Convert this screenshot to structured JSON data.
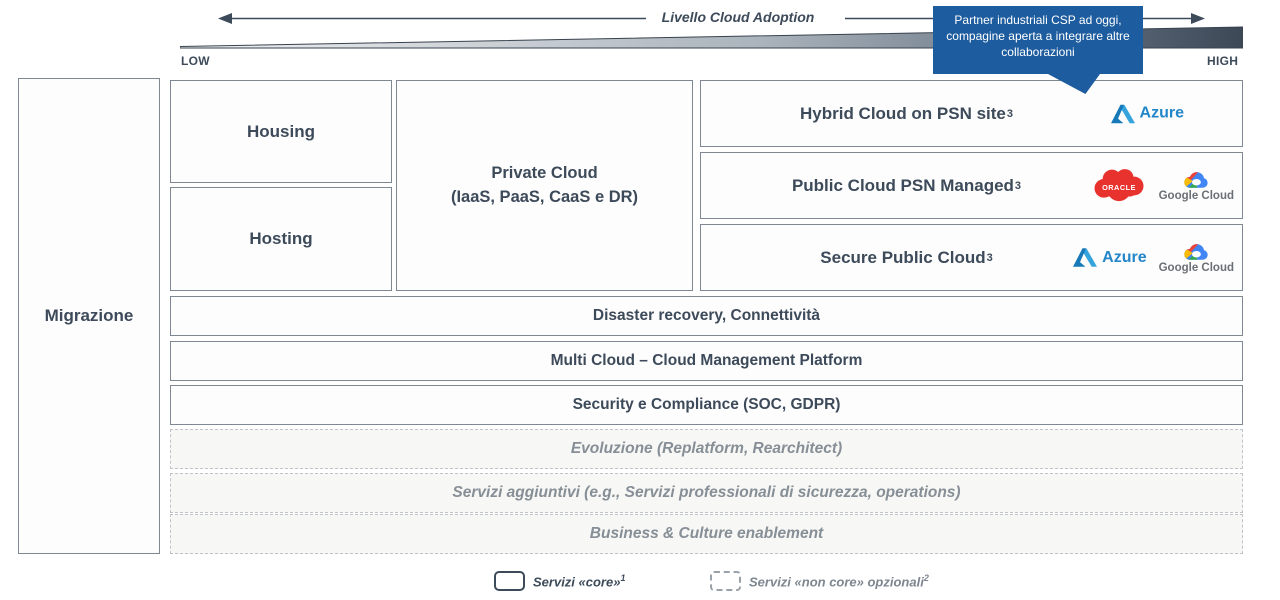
{
  "header": {
    "title": "Livello Cloud Adoption",
    "low": "LOW",
    "high": "HIGH",
    "callout": "Partner industriali CSP ad oggi, compagine aperta a integrare altre collaborazioni"
  },
  "sidebar": {
    "label": "Migrazione"
  },
  "boxes": {
    "housing": "Housing",
    "hosting": "Hosting",
    "private_cloud_line1": "Private Cloud",
    "private_cloud_line2": "(IaaS, PaaS, CaaS e DR)"
  },
  "cloud_rows": [
    {
      "label": "Hybrid Cloud on PSN site",
      "sup": "3"
    },
    {
      "label": "Public Cloud PSN Managed",
      "sup": "3"
    },
    {
      "label": "Secure Public Cloud",
      "sup": "3"
    }
  ],
  "logos": {
    "azure": "Azure",
    "oracle": "ORACLE",
    "google_cloud": "Google Cloud"
  },
  "bars": {
    "solid": [
      "Disaster recovery, Connettività",
      "Multi Cloud – Cloud Management Platform",
      "Security e Compliance (SOC, GDPR)"
    ],
    "dashed": [
      "Evoluzione (Replatform, Rearchitect)",
      "Servizi aggiuntivi (e.g., Servizi professionali di sicurezza, operations)",
      "Business & Culture enablement"
    ]
  },
  "legend": {
    "core_label": "Servizi «core»",
    "core_sup": "1",
    "non_core_label": "Servizi «non core» opzionali",
    "non_core_sup": "2"
  },
  "colors": {
    "text_dark": "#3d4a5a",
    "box_border": "#7d8893",
    "callout_blue": "#1d5c9e",
    "dashed_bar_text": "#868e96",
    "azure_blue": "#2386c9",
    "oracle_red": "#e8322e",
    "google_text_gray": "#6a7075"
  }
}
